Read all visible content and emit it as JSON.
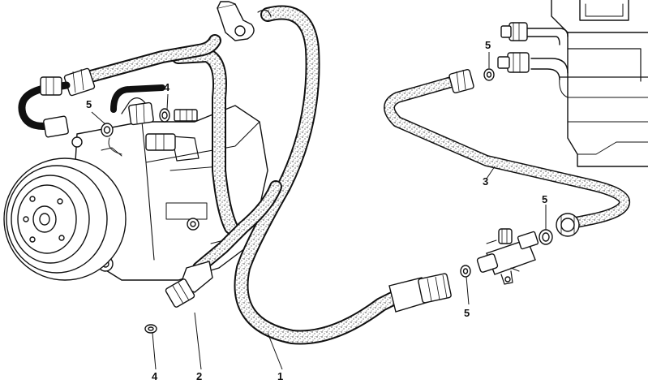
{
  "callouts": [
    {
      "id": "1",
      "label": "1"
    },
    {
      "id": "2",
      "label": "2"
    },
    {
      "id": "3",
      "label": "3"
    },
    {
      "id": "4a",
      "label": "4"
    },
    {
      "id": "4b",
      "label": "4"
    },
    {
      "id": "5a",
      "label": "5"
    },
    {
      "id": "5b",
      "label": "5"
    },
    {
      "id": "5c",
      "label": "5"
    },
    {
      "id": "5d",
      "label": "5"
    }
  ],
  "colors": {
    "ink": "#111111",
    "hose_fill": "#ffffff",
    "hose_speckle": "#444444",
    "background": "#ffffff"
  }
}
